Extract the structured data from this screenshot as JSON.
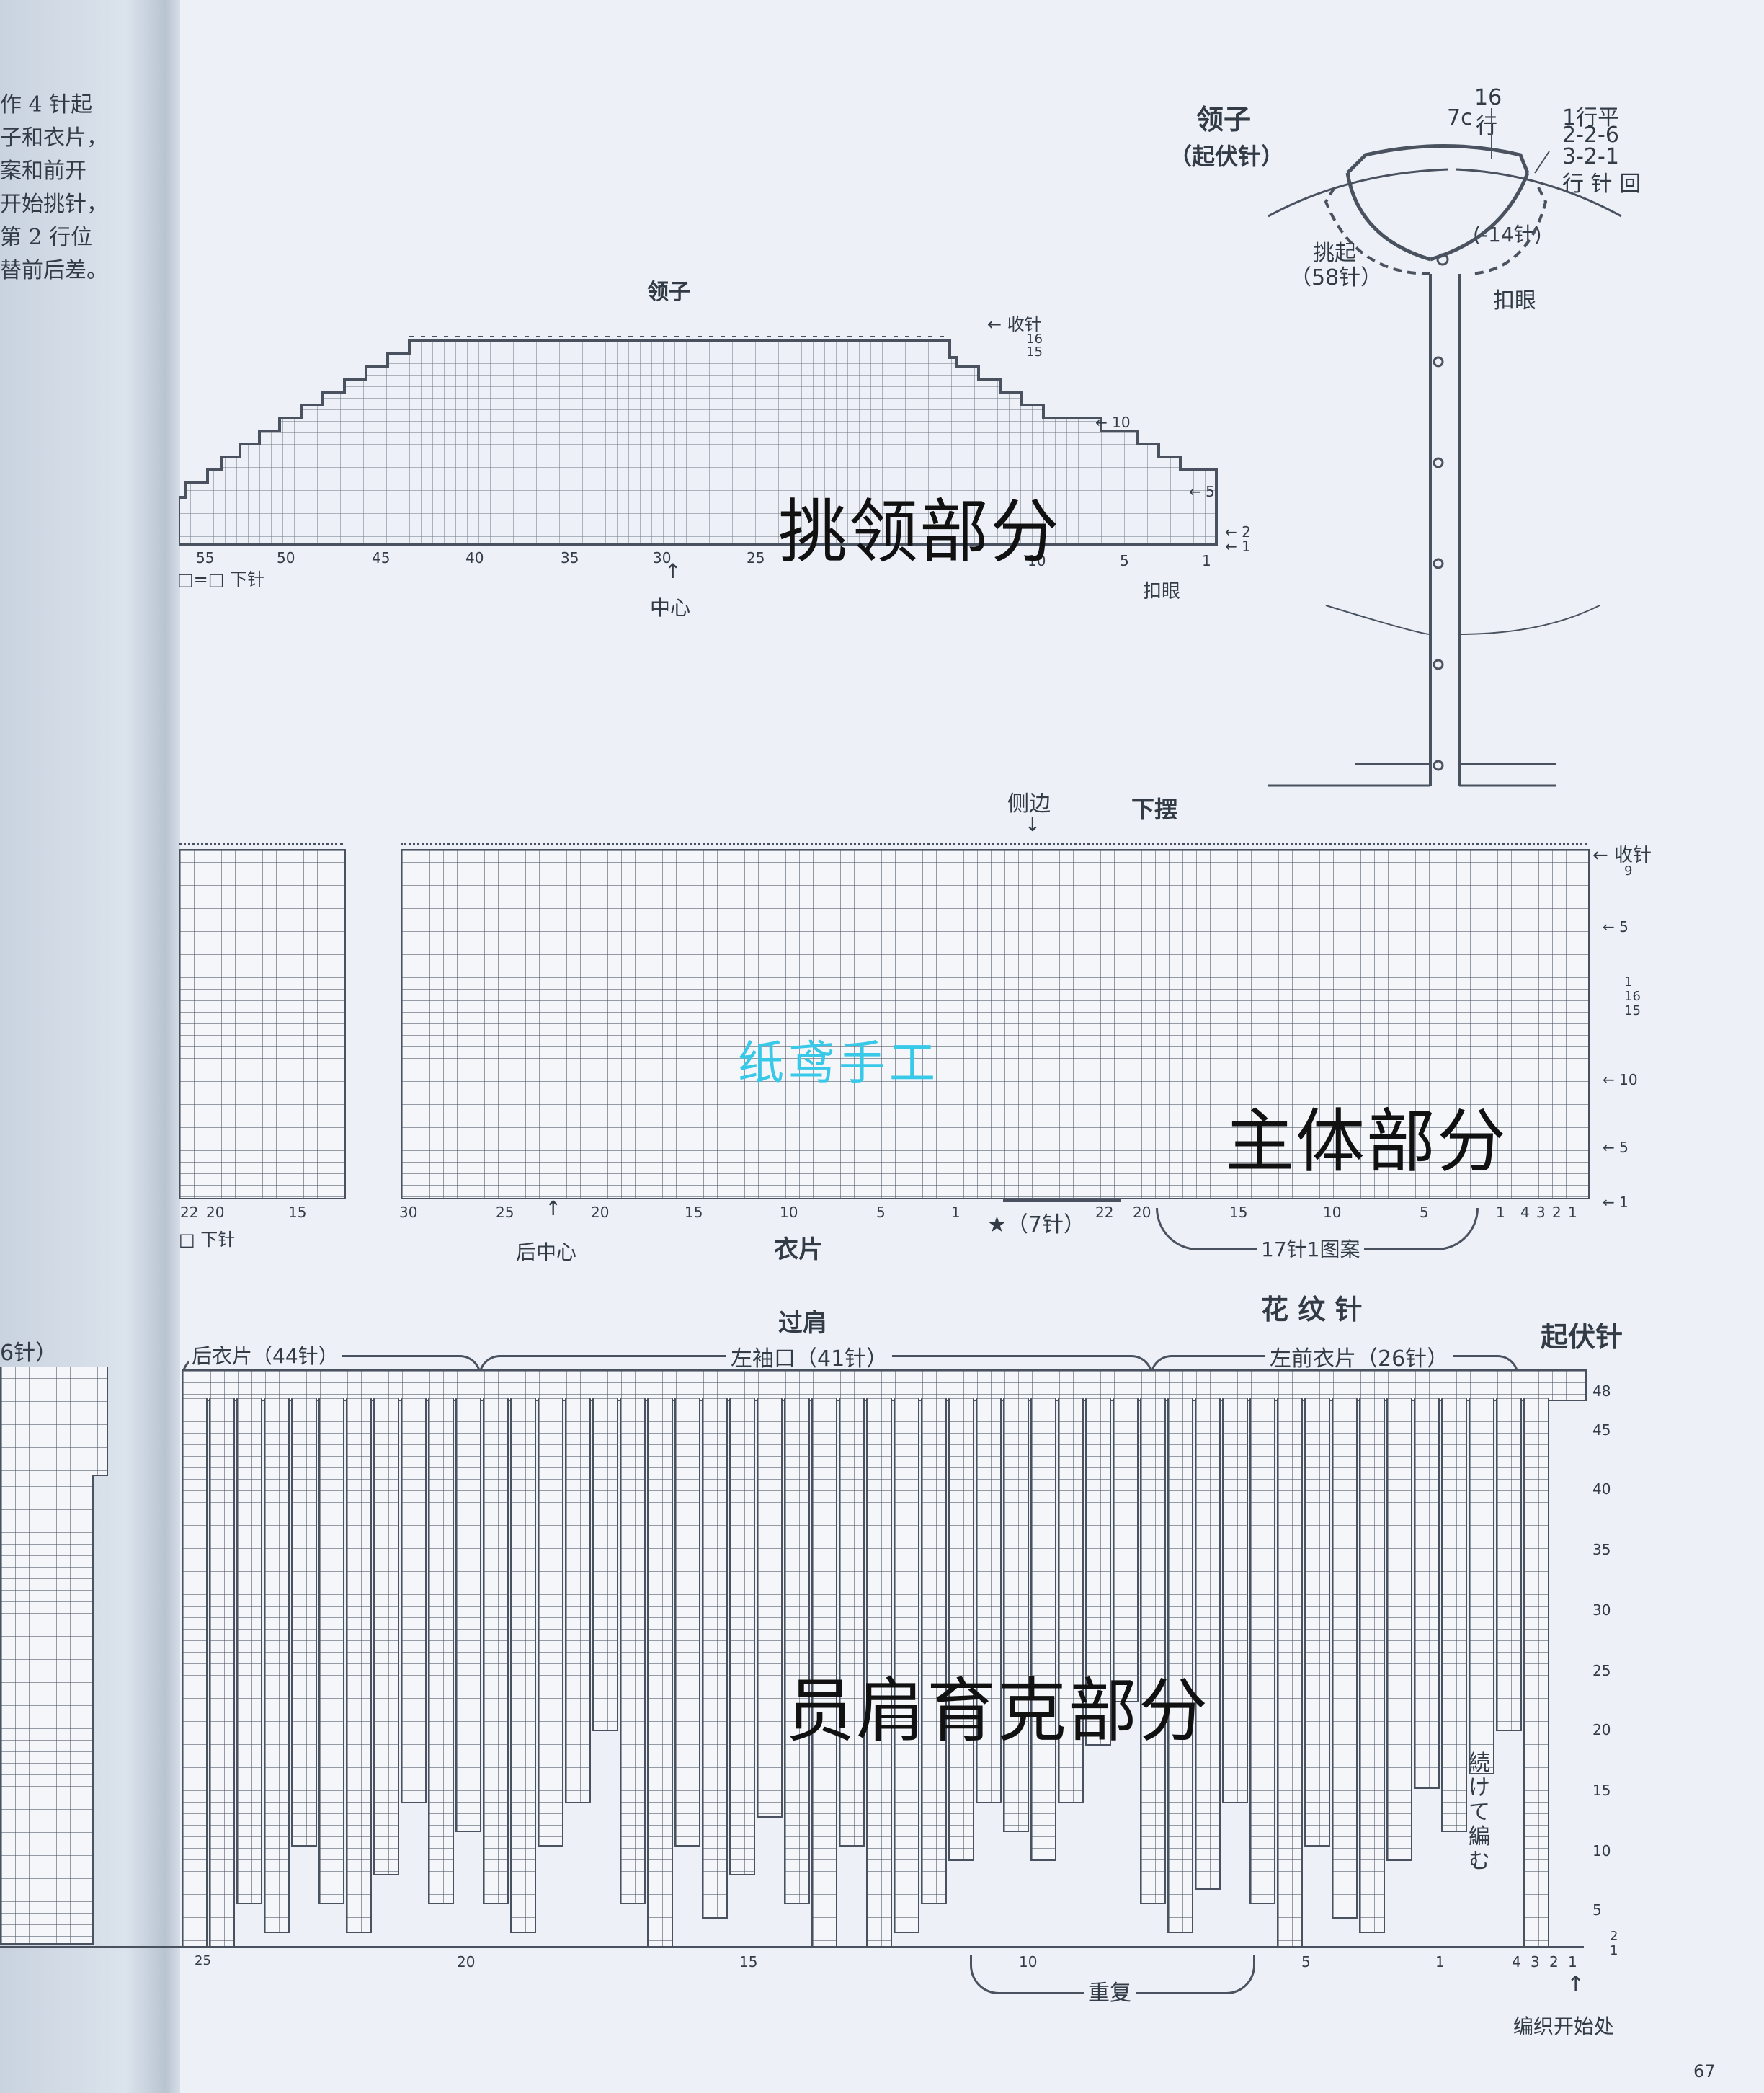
{
  "left_page_text": [
    "作 4 针起",
    "子和衣片，",
    "案和前开",
    "开始挑针，",
    "第 2 行位",
    "替前后差。"
  ],
  "collar_diagram": {
    "title": "领子",
    "subtitle": "（起伏针）",
    "rows_label_top": "16",
    "rows_label_bottom": "行",
    "width_label": "7c",
    "decrease_lines": [
      "1行平",
      "2-2-6",
      "3-2-1",
      "行 针 回"
    ],
    "decrease_total": "(-14针)",
    "pickup_label": "挑起",
    "pickup_count": "（58针）",
    "buttonhole": "扣眼"
  },
  "collar_chart": {
    "title": "领子",
    "bind_off": "← 收针",
    "row_labels": [
      "16",
      "15",
      "← 10",
      "← 5",
      "← 2",
      "← 1"
    ],
    "col_labels": [
      "55",
      "50",
      "45",
      "40",
      "35",
      "30",
      "25",
      "10",
      "5",
      "1"
    ],
    "legend": "□=□ 下针",
    "center_label": "中心",
    "buttonhole_label": "扣眼",
    "overlay": "挑领部分"
  },
  "body_chart": {
    "side_label": "侧边",
    "hem_label": "下摆",
    "bind_off": "← 收针",
    "row_labels": [
      "9",
      "← 5",
      "1",
      "16",
      "15",
      "← 10",
      "← 5",
      "← 1"
    ],
    "left_col_labels": [
      "22",
      "20",
      "15"
    ],
    "col_labels": [
      "30",
      "25",
      "20",
      "15",
      "10",
      "5",
      "1"
    ],
    "star_label": "★（7针）",
    "right_col_labels": [
      "22",
      "20",
      "15",
      "10",
      "5",
      "1",
      "4",
      "3",
      "2",
      "1"
    ],
    "legend": "□ 下针",
    "back_center": "后中心",
    "piece_label": "衣片",
    "repeat_label": "17针1图案",
    "overlay": "主体部分",
    "watermark": "纸鸢手工"
  },
  "yoke_chart": {
    "title": "过肩",
    "pattern_title": "花 纹 针",
    "garter_label": "起伏针",
    "back_piece": "后衣片（44针）",
    "left_sleeve": "左袖口（41针）",
    "left_front": "左前衣片（26针）",
    "left_partial": "6针）",
    "row_labels": [
      "48",
      "45",
      "40",
      "35",
      "30",
      "25",
      "20",
      "15",
      "10",
      "5",
      "2",
      "1"
    ],
    "col_labels": [
      "25",
      "20",
      "15",
      "10",
      "5",
      "1",
      "4",
      "3",
      "2",
      "1"
    ],
    "continue_label": "続けて編む",
    "repeat_label": "重复",
    "start_label": "编织开始处",
    "overlay": "员肩育克部分"
  },
  "page_number": "67",
  "colors": {
    "grid_line": "#4a5260",
    "watermark": "#38c8e8",
    "page_bg": "#edf1f7"
  }
}
